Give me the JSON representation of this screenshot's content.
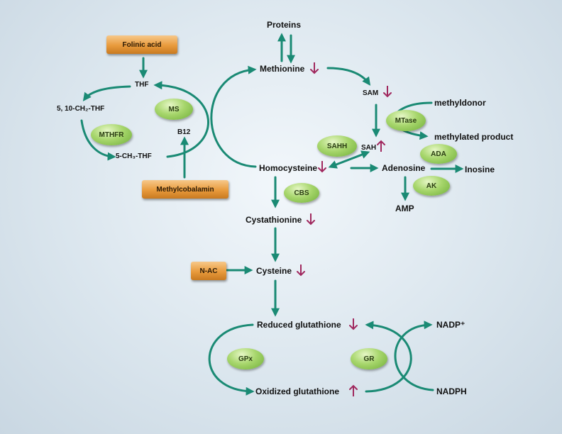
{
  "colors": {
    "arrow": "#1a8a74",
    "down": "#a0285e",
    "up": "#a0285e",
    "enzyme": "#8cc655",
    "supplement": "#e0953c"
  },
  "metabolites": {
    "proteins": "Proteins",
    "methionine": "Methionine",
    "sam": "SAM",
    "methyldonor": "methyldonor",
    "methylated_product": "methylated product",
    "sah": "SAH",
    "homocysteine": "Homocysteine",
    "adenosine": "Adenosine",
    "inosine": "Inosine",
    "amp": "AMP",
    "cystathionine": "Cystathionine",
    "cysteine": "Cysteine",
    "reduced_glutathione": "Reduced glutathione",
    "oxidized_glutathione": "Oxidized glutathione",
    "nadp_plus": "NADP⁺",
    "nadph": "NADPH",
    "thf": "THF",
    "ch2_thf": "5, 10-CH₂-THF",
    "ch3_thf": "5-CH₃-THF",
    "b12": "B12"
  },
  "enzymes": {
    "ms": "MS",
    "mthfr": "MTHFR",
    "mtase": "MTase",
    "sahh": "SAHH",
    "ada": "ADA",
    "ak": "AK",
    "cbs": "CBS",
    "gpx": "GPx",
    "gr": "GR"
  },
  "supplements": {
    "folinic_acid": "Folinic acid",
    "methylcobalamin": "Methylcobalamin",
    "n_ac": "N-AC"
  },
  "indicators": {
    "methionine": "down",
    "sam": "down",
    "sah": "up",
    "homocysteine": "down",
    "cystathionine": "down",
    "cysteine": "down",
    "reduced_glutathione": "down",
    "oxidized_glutathione": "up"
  }
}
